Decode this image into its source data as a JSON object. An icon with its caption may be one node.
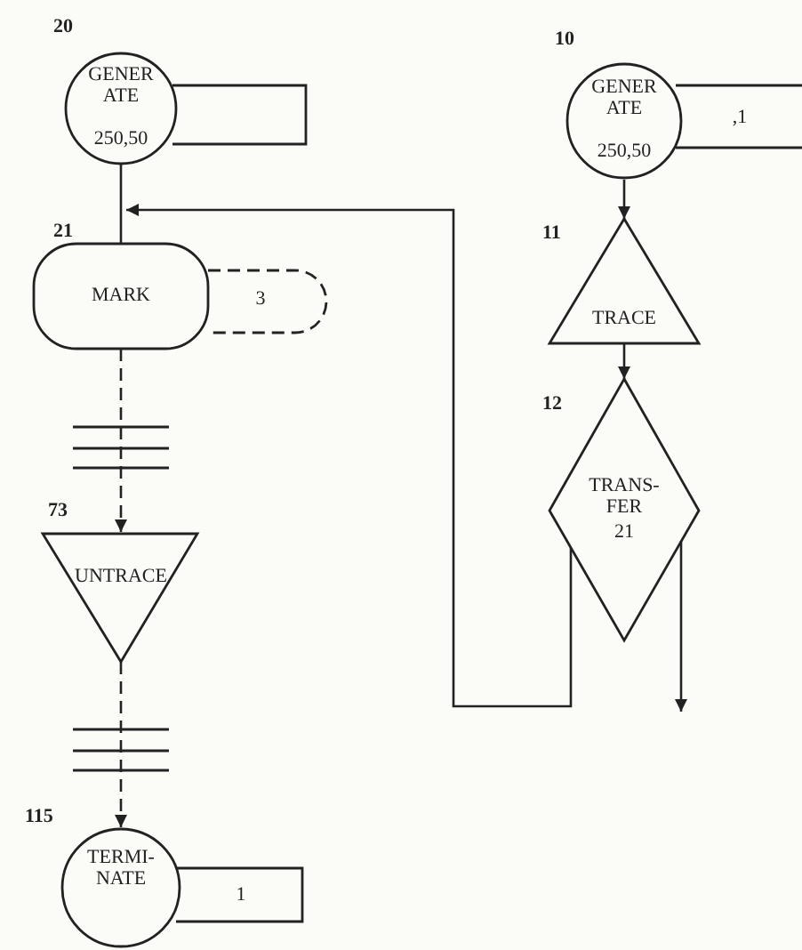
{
  "diagram": {
    "nodes": [
      {
        "text": [
          "GENER ATE",
          "250,50"
        ],
        "beside": [
          "20"
        ]
      },
      {
        "text": [
          "MARK",
          "3"
        ],
        "beside": [
          "21"
        ]
      },
      {
        "text": [
          "UNTRACE"
        ],
        "beside": [
          "73"
        ]
      },
      {
        "text": [
          "TERMI- NATE",
          "1"
        ],
        "beside": [
          "115"
        ]
      },
      {
        "text": [
          "GENER ATE",
          "250,50",
          ",1"
        ],
        "beside": [
          "10"
        ]
      },
      {
        "text": [
          "TRACE"
        ],
        "beside": [
          "11"
        ]
      },
      {
        "text": [
          "TRANS- FER",
          "21"
        ],
        "beside": [
          "12"
        ]
      }
    ],
    "edges": [
      {
        "from": 0,
        "to": 1,
        "arrow": "none"
      },
      {
        "from": 1,
        "to": 2,
        "arrow": "to",
        "style": "dashed"
      },
      {
        "from": 2,
        "to": 3,
        "arrow": "to",
        "style": "dashed"
      },
      {
        "from": 4,
        "to": 5,
        "arrow": "to"
      },
      {
        "from": 5,
        "to": 6,
        "arrow": "to"
      },
      {
        "from": 6,
        "to": 1,
        "arrow": "to"
      },
      {
        "from": 6,
        "to": null,
        "arrow": "to"
      }
    ]
  }
}
